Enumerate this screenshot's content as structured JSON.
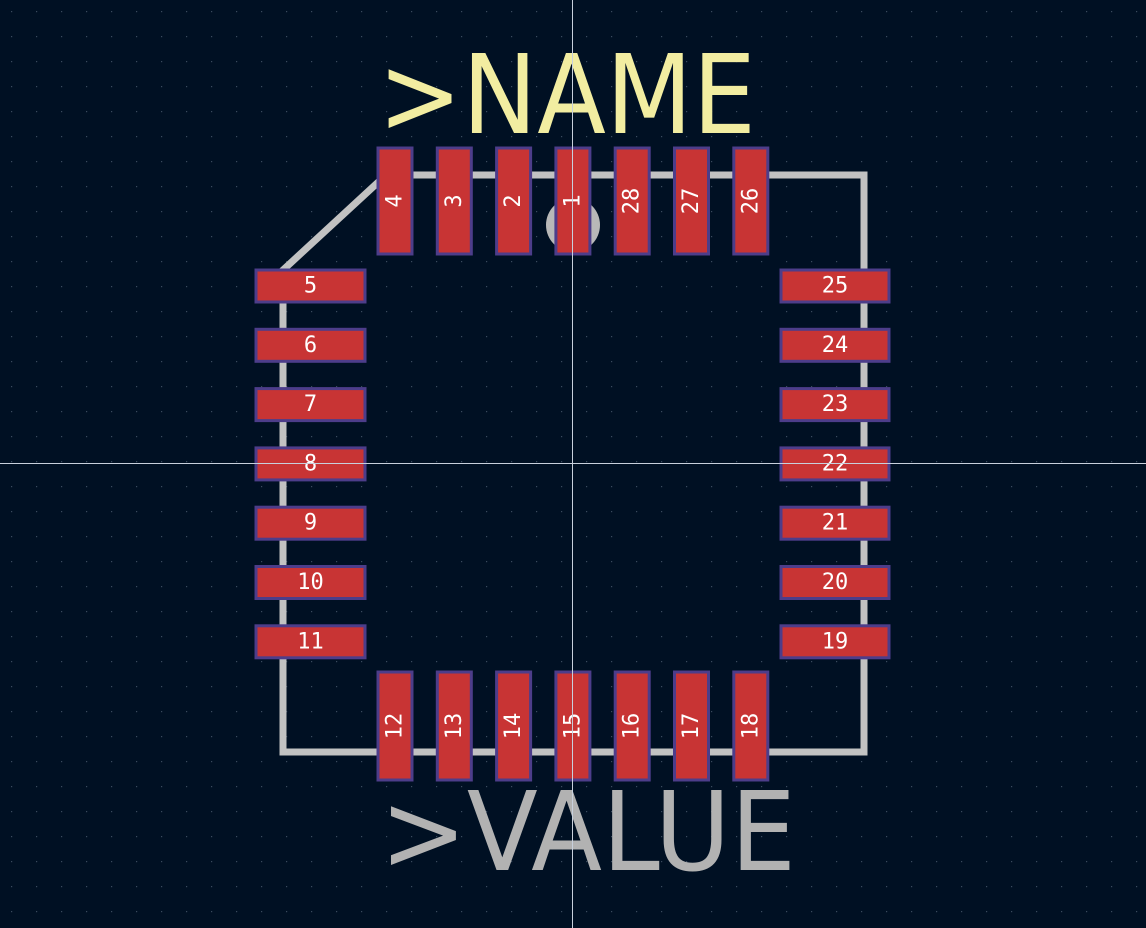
{
  "footprint": {
    "name_label": ">NAME",
    "value_label": ">VALUE",
    "colors": {
      "background": "#001023",
      "grid_dot": "#3a4a5e",
      "crosshair": "#c8d0dc",
      "pad_fill": "#c83434",
      "pad_outline": "#4d3d8a",
      "silkscreen": "#c2c2c2",
      "name_text": "#f2eda1",
      "value_text": "#b2b2b2",
      "pin1_marker": "#b8b8b8"
    },
    "pads": {
      "top": [
        "4",
        "3",
        "2",
        "1",
        "28",
        "27",
        "26"
      ],
      "left": [
        "5",
        "6",
        "7",
        "8",
        "9",
        "10",
        "11"
      ],
      "right": [
        "25",
        "24",
        "23",
        "22",
        "21",
        "20",
        "19"
      ],
      "bottom": [
        "12",
        "13",
        "14",
        "15",
        "16",
        "17",
        "18"
      ]
    }
  }
}
